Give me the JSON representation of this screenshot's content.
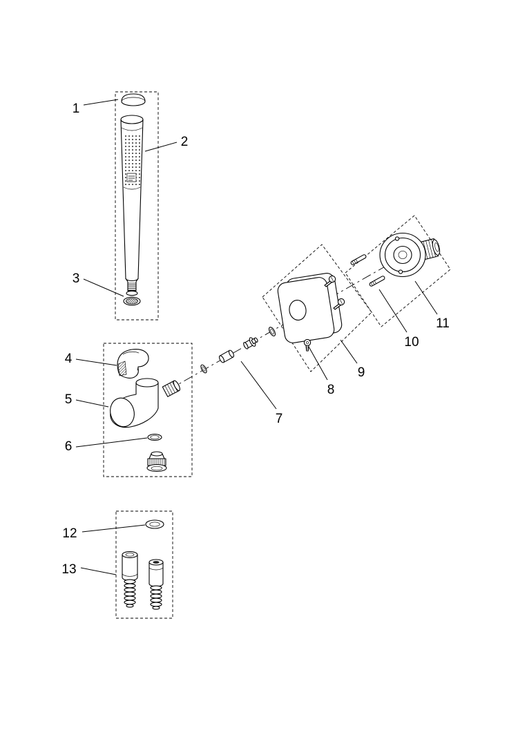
{
  "diagram": {
    "background": "#ffffff",
    "line_color": "#000000",
    "labels": [
      {
        "text": "1"
      },
      {
        "text": "2"
      },
      {
        "text": "3"
      },
      {
        "text": "4"
      },
      {
        "text": "5"
      },
      {
        "text": "6"
      },
      {
        "text": "7"
      },
      {
        "text": "8"
      },
      {
        "text": "9"
      },
      {
        "text": "10"
      },
      {
        "text": "11"
      },
      {
        "text": "12"
      },
      {
        "text": "13"
      }
    ]
  }
}
